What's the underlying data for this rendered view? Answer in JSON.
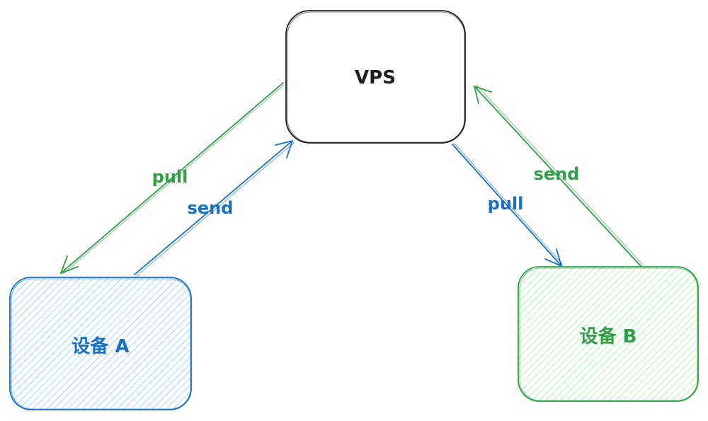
{
  "nodes": {
    "vps": {
      "label": "VPS"
    },
    "device_a": {
      "label": "设备 A"
    },
    "device_b": {
      "label": "设备 B"
    }
  },
  "edges": {
    "a_pull": {
      "label": "pull"
    },
    "a_send": {
      "label": "send"
    },
    "b_pull": {
      "label": "pull"
    },
    "b_send": {
      "label": "send"
    }
  },
  "colors": {
    "stroke_black": "#1e1e1e",
    "blue": "#1971c2",
    "blue_fill": "#a5d8ff",
    "green": "#2f9e44",
    "green_fill": "#b2f2bb"
  }
}
